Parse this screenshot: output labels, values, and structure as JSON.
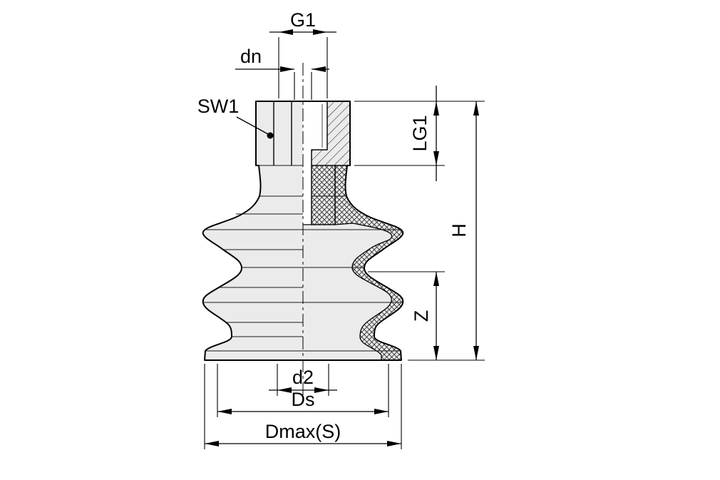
{
  "drawing": {
    "labels": {
      "g1": "G1",
      "dn": "dn",
      "sw1": "SW1",
      "lg1": "LG1",
      "h": "H",
      "z": "Z",
      "d2": "d2",
      "ds": "Ds",
      "dmax_s": "Dmax(S)"
    },
    "colors": {
      "background": "#ffffff",
      "line": "#000000",
      "part_fill": "#ebebeb",
      "hatch": "#2e2e2e"
    }
  }
}
